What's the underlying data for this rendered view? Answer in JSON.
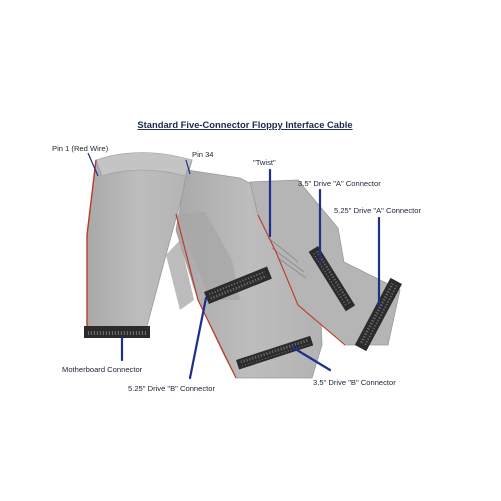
{
  "title": "Standard Five-Connector Floppy Interface Cable",
  "labels": {
    "pin1": "Pin 1 (Red Wire)",
    "pin34": "Pin 34",
    "twist": "\"Twist\"",
    "drive35a": "3.5\" Drive \"A\" Connector",
    "drive525a": "5.25\" Drive \"A\" Connector",
    "motherboard": "Motherboard Connector",
    "drive525b": "5.25\" Drive \"B\" Connector",
    "drive35b": "3.5\" Drive \"B\" Connector"
  },
  "colors": {
    "cable": "#b9b9b9",
    "cable_shade": "#a3a3a3",
    "red_wire": "#c0392b",
    "connector": "#2b2b2b",
    "leader": "#1e2f8c",
    "title": "#1b2a4a"
  }
}
